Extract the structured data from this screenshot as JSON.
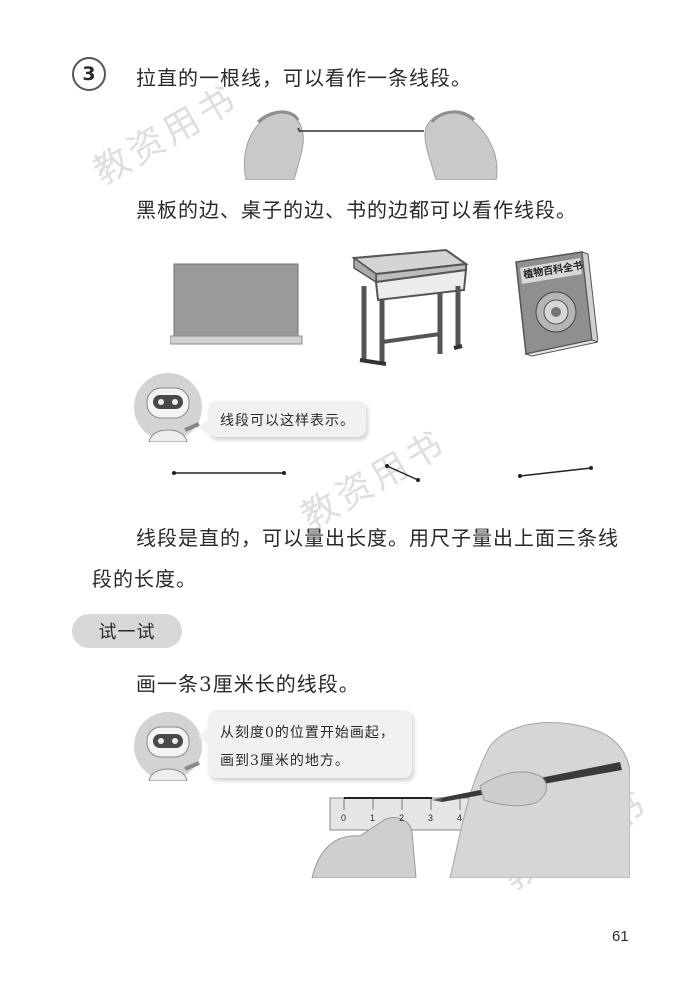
{
  "section": {
    "number": "3",
    "intro": "拉直的一根线，可以看作一条线段。",
    "examples_text": "黑板的边、桌子的边、书的边都可以看作线段。",
    "book_title": "植物百科全书"
  },
  "robot_tip_1": "线段可以这样表示。",
  "measure_text_line1": "线段是直的，可以量出长度。用尺子量出上面三条线",
  "measure_text_line2": "段的长度。",
  "try_label": "试一试",
  "task_text": "画一条3厘米长的线段。",
  "robot_tip_2_line1": "从刻度0的位置开始画起，",
  "robot_tip_2_line2": "画到3厘米的地方。",
  "ruler_ticks": [
    "0",
    "1",
    "2",
    "3",
    "4"
  ],
  "watermark_text": "教资用书",
  "page_number": "61"
}
